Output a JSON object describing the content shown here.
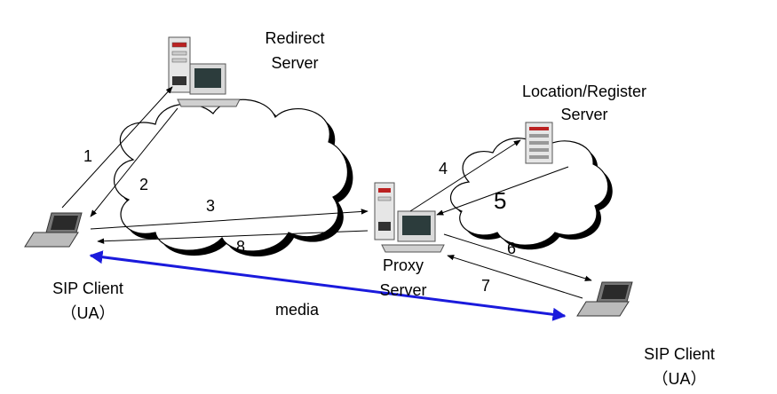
{
  "nodes": {
    "redirect_server": {
      "line1": "Redirect",
      "line2": "Server"
    },
    "location_server": {
      "line1": "Location/Register",
      "line2": "Server"
    },
    "proxy_server": {
      "line1": "Proxy",
      "line2": "Server"
    },
    "client_left": {
      "line1": "SIP Client",
      "line2": "（UA）"
    },
    "client_right": {
      "line1": "SIP Client",
      "line2": "（UA）"
    }
  },
  "steps": [
    "1",
    "2",
    "3",
    "4",
    "5",
    "6",
    "7",
    "8"
  ],
  "media_label": "media",
  "colors": {
    "media_arrow": "#1a1adc",
    "cloud_shadow": "#000000",
    "cloud_fill": "#ffffff",
    "arrows": "#000000"
  }
}
